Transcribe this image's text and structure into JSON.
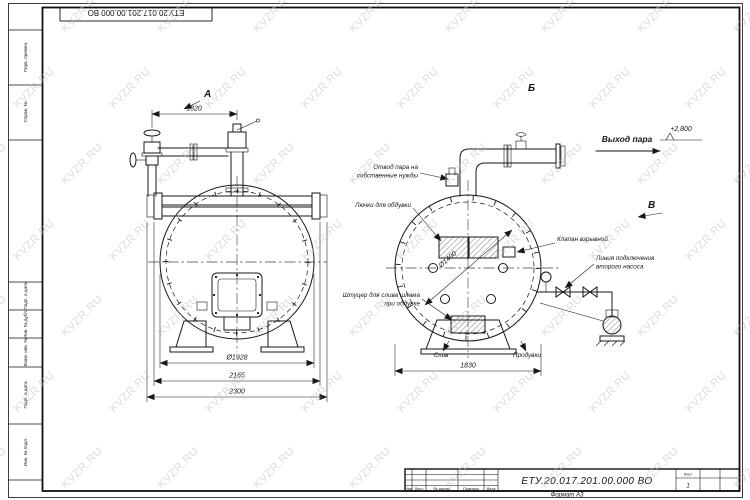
{
  "watermark": {
    "text": "KVZR.RU",
    "color": "#bdbdbd"
  },
  "document": {
    "number": "ЕТУ.20.017.201.00.000  ВО"
  },
  "frame": {
    "left_labels": [
      "Перв. примен.",
      "Справ. №",
      "Подп. и дата",
      "Инв. № дубл.",
      "Взам. инв. №",
      "Подп. и дата",
      "Инв. № подл."
    ]
  },
  "front_view": {
    "label": "А",
    "dim_top": "1320",
    "dim_diameter": "Ø1928",
    "dim_mid": "2165",
    "dim_overall": "2300"
  },
  "side_view": {
    "label": "Б",
    "view_label_v": "В",
    "dim_bottom": "1830",
    "dim_diameter": "Ø1400",
    "ann_steam_own_1": "Отвод пара на",
    "ann_steam_own_2": "собственные нужды",
    "ann_hatches": "Лючки для обдувки",
    "ann_sludge_1": "Штуцер для слива шлама",
    "ann_sludge_2": "при обдувке",
    "ann_explosion_valve": "Клапан взрывной",
    "ann_second_pump_1": "Линия подключения",
    "ann_second_pump_2": "второго насоса",
    "label_drain": "Слив",
    "label_blowdown": "Продувки",
    "steam_out": "Выход пара",
    "elevation": "+2,800"
  },
  "title_block": {
    "columns": {
      "izm": "Изм",
      "list": "Лист",
      "doc": "№ докум.",
      "sign": "Подпись",
      "date": "Дата"
    },
    "sheet_label": "Лист",
    "sheet_value": "1",
    "format": "Формат А3"
  }
}
